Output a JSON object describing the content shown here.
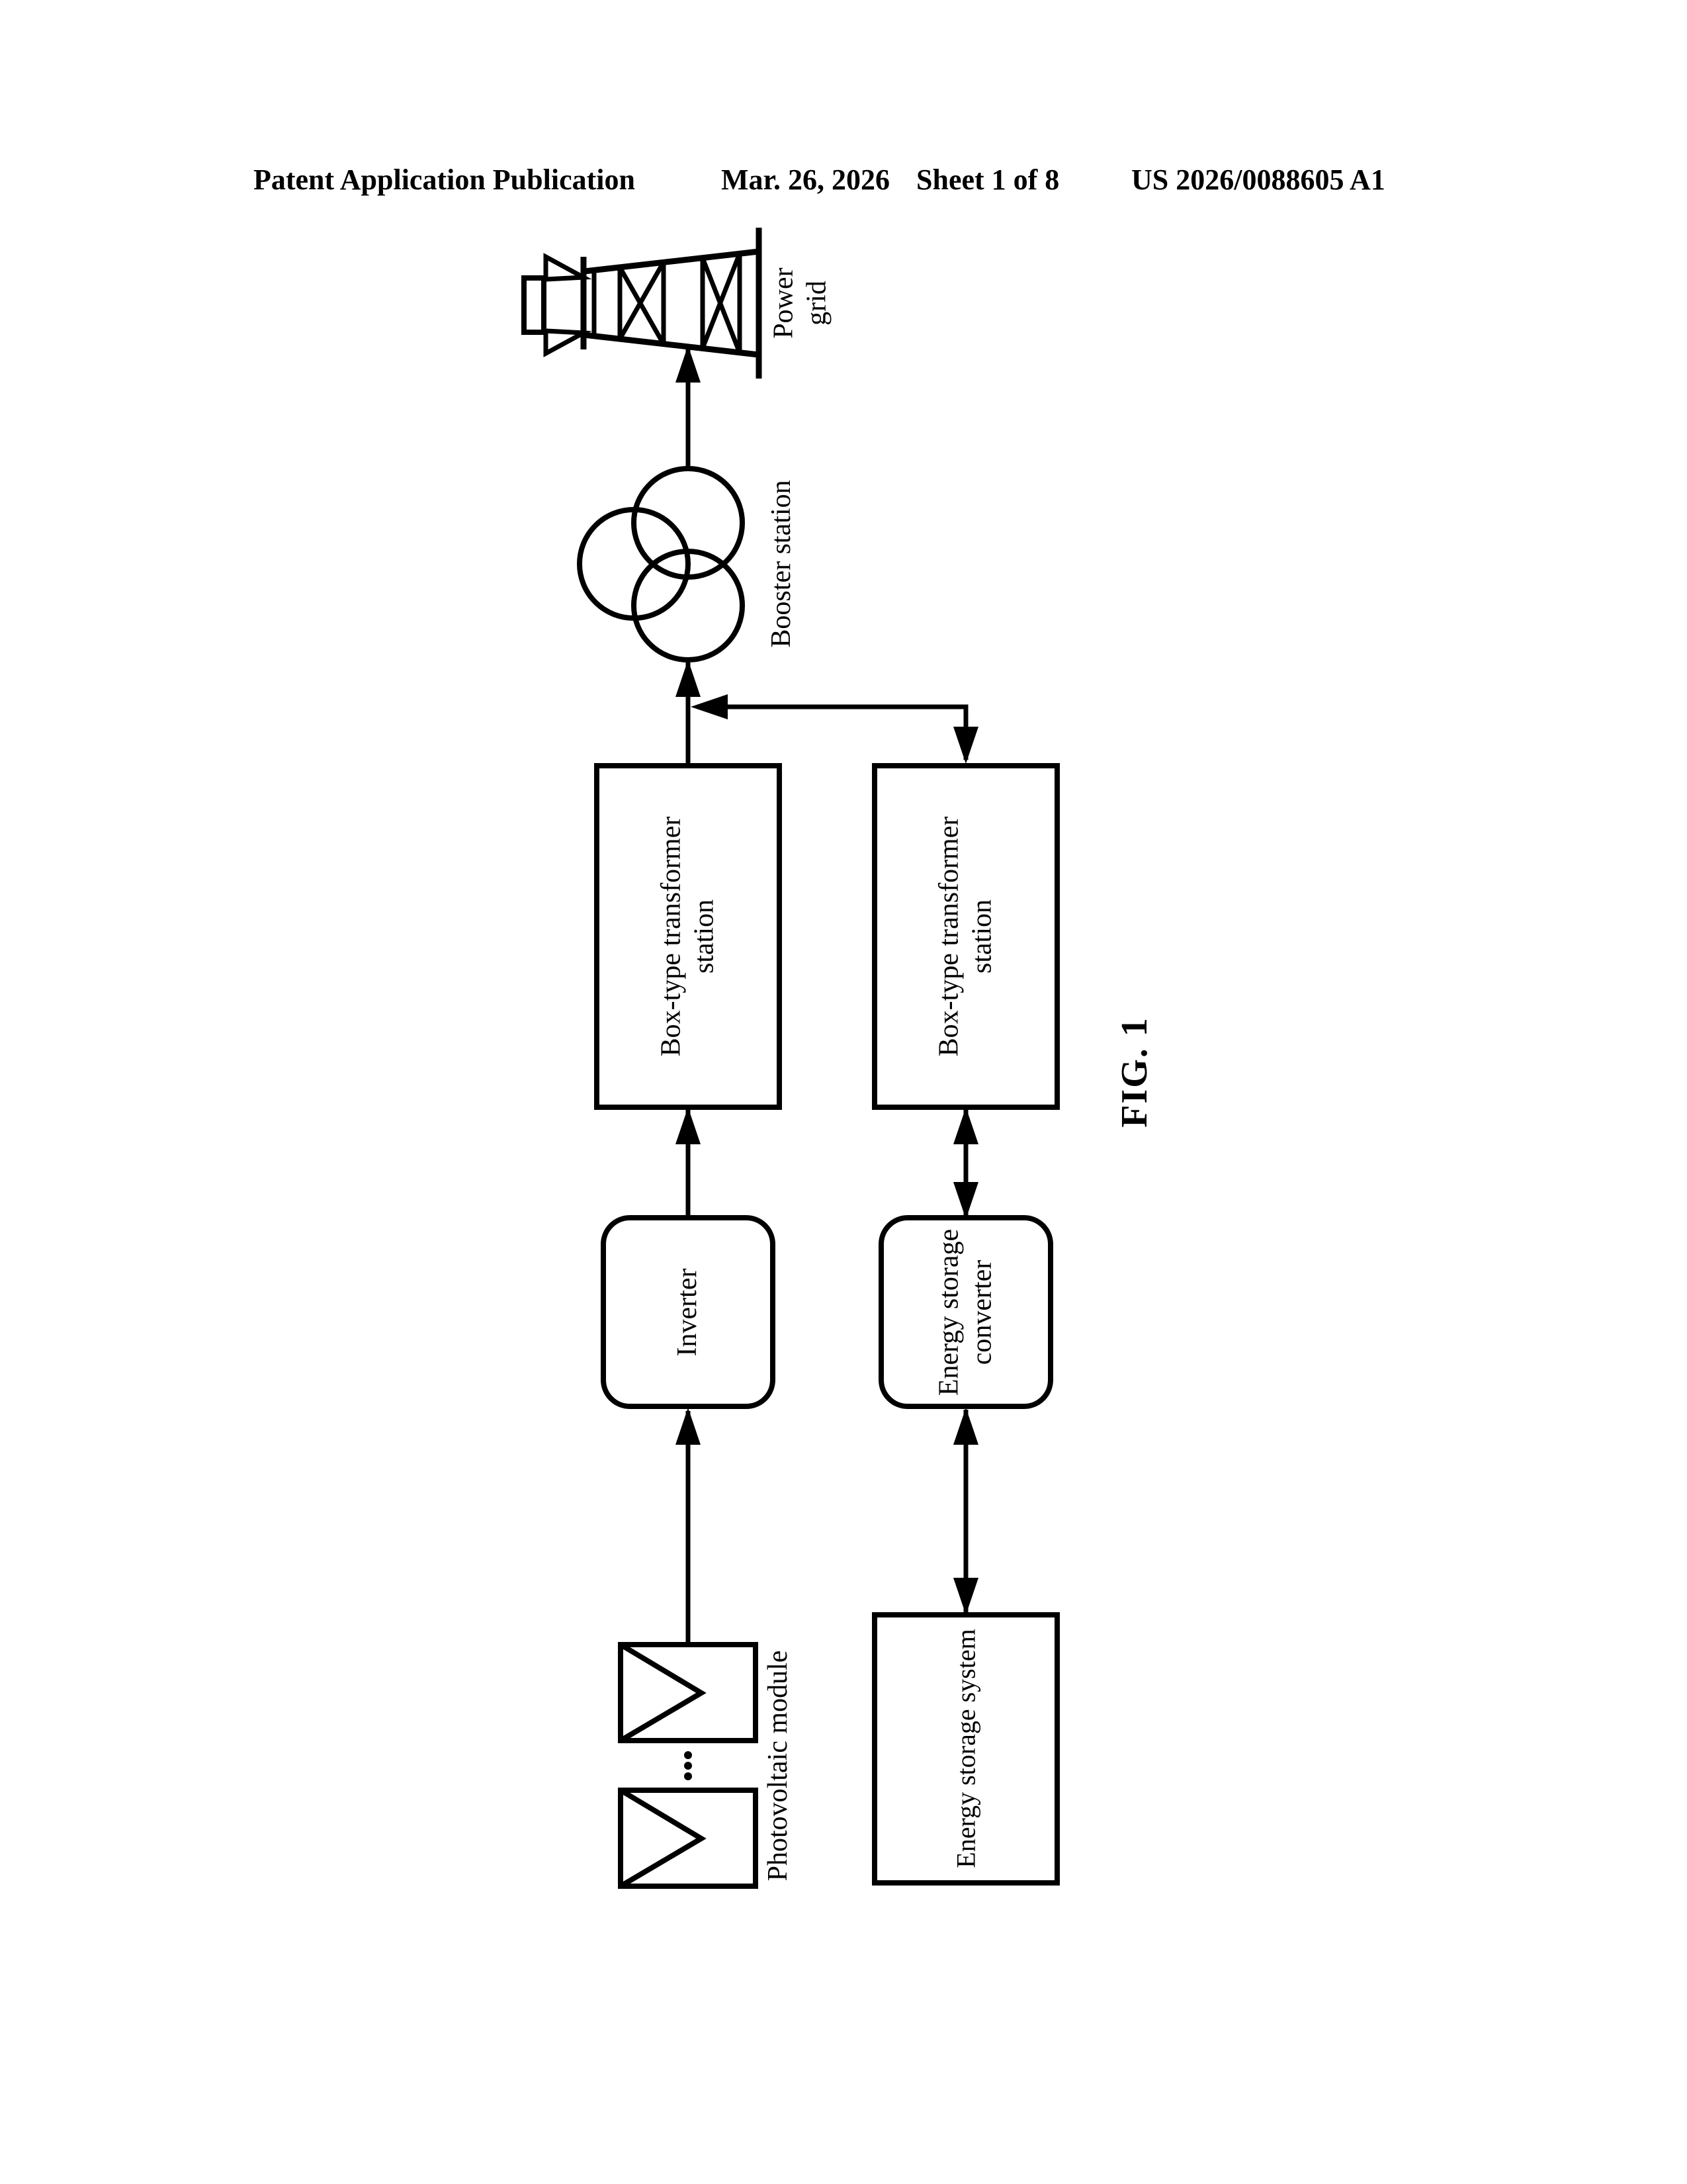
{
  "header": {
    "publication": "Patent Application Publication",
    "date": "Mar. 26, 2026",
    "sheet": "Sheet 1 of 8",
    "patent_number": "US 2026/0088605 A1"
  },
  "figure": {
    "caption": "FIG. 1",
    "orientation": "rotated 90 degrees counterclockwise on page",
    "nodes": {
      "photovoltaic_module": {
        "label": "Photovoltaic module"
      },
      "inverter": {
        "label": "Inverter"
      },
      "box_transformer_main": {
        "label": "Box-type transformer\nstation"
      },
      "booster_station": {
        "label": "Booster station"
      },
      "power_grid": {
        "label": "Power grid"
      },
      "energy_storage_system": {
        "label": "Energy storage system"
      },
      "energy_storage_converter": {
        "label": "Energy storage\nconverter"
      },
      "box_transformer_storage": {
        "label": "Box-type transformer\nstation"
      }
    },
    "icons": {
      "power_grid": "transmission-tower-icon",
      "booster_station": "three-overlapping-circles-transformer-icon",
      "photovoltaic_module": "rectangle-with-chevron-icon",
      "ellipsis_between_modules": "..."
    },
    "connections": [
      {
        "from": "photovoltaic_module",
        "to": "inverter",
        "bidirectional": false
      },
      {
        "from": "inverter",
        "to": "box_transformer_main",
        "bidirectional": false
      },
      {
        "from": "box_transformer_main",
        "to": "booster_station",
        "bidirectional": false
      },
      {
        "from": "booster_station",
        "to": "power_grid",
        "bidirectional": false
      },
      {
        "from": "energy_storage_system",
        "to": "energy_storage_converter",
        "bidirectional": true
      },
      {
        "from": "energy_storage_converter",
        "to": "box_transformer_storage",
        "bidirectional": true
      },
      {
        "from": "box_transformer_storage",
        "to": "line box_transformer_main-booster_station",
        "bidirectional": false
      }
    ],
    "colors": {
      "ink": "#000000",
      "paper": "#ffffff"
    }
  }
}
